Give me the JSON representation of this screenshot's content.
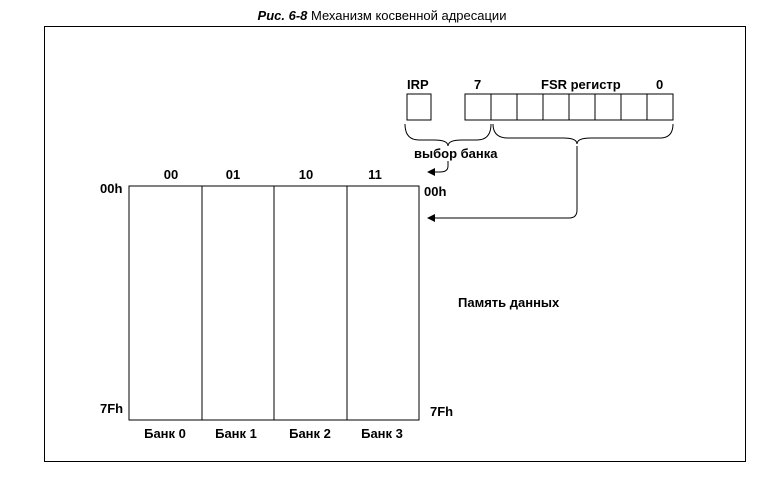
{
  "caption": {
    "figure_number": "Рис. 6-8",
    "title": "Механизм косвенной адресации"
  },
  "irp": {
    "label": "IRP"
  },
  "fsr": {
    "label": "FSR регистр",
    "msb_label": "7",
    "lsb_label": "0",
    "bit_count": 8
  },
  "bank_select_label": "выбор банка",
  "memory": {
    "label": "Память данных",
    "top_address_left": "00h",
    "bottom_address_left": "7Fh",
    "top_address_right": "00h",
    "bottom_address_right": "7Fh",
    "banks": [
      {
        "code": "00",
        "name": "Банк 0"
      },
      {
        "code": "01",
        "name": "Банк 1"
      },
      {
        "code": "10",
        "name": "Банк 2"
      },
      {
        "code": "11",
        "name": "Банк 3"
      }
    ]
  }
}
